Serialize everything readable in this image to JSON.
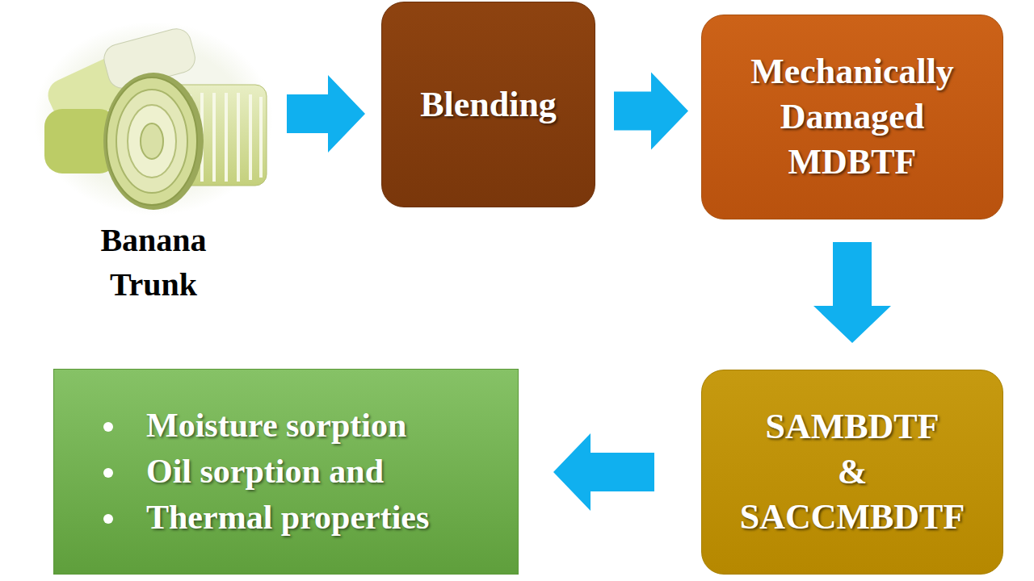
{
  "diagram": {
    "nodes": [
      {
        "text": [
          "Banana Trunk"
        ]
      },
      {
        "text": [
          "Blending"
        ]
      },
      {
        "text": [
          "Mechanically Damaged MDBTF"
        ]
      },
      {
        "text": [
          "SAMBDTF & SACCMBDTF"
        ]
      },
      {
        "text": [
          "Moisture sorption",
          "Oil sorption and",
          "Thermal properties"
        ]
      }
    ],
    "edges": [
      {
        "from": 0,
        "to": 1,
        "arrow": "to"
      },
      {
        "from": 1,
        "to": 2,
        "arrow": "to"
      },
      {
        "from": 2,
        "to": 3,
        "arrow": "to"
      },
      {
        "from": 3,
        "to": 4,
        "arrow": "to"
      }
    ]
  }
}
